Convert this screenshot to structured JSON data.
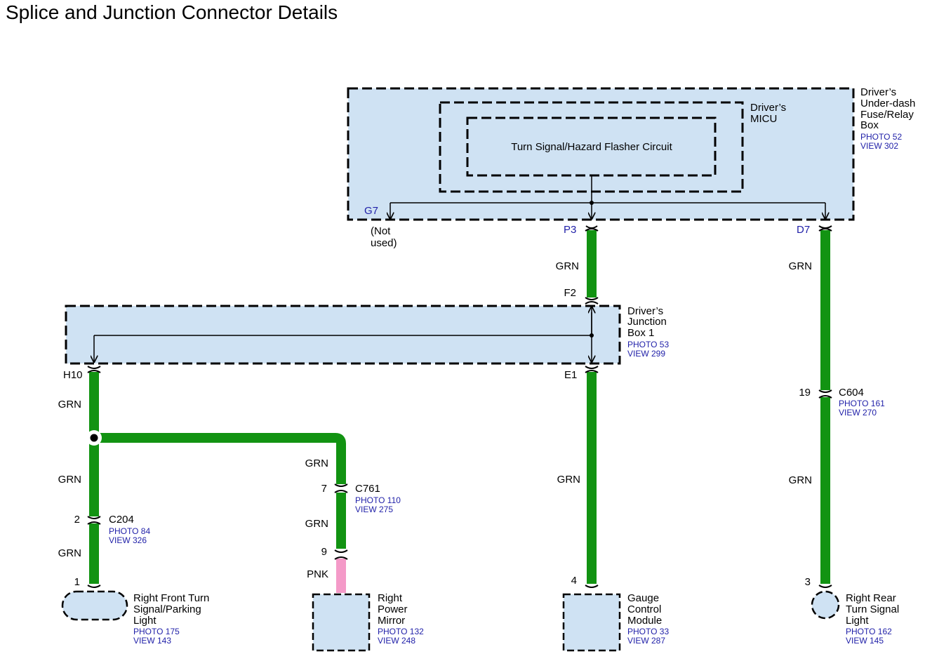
{
  "title": "Splice and Junction Connector Details",
  "colors": {
    "wire_grn": "#129312",
    "wire_pnk": "#f49ac8",
    "box_fill": "#cfe2f3",
    "ref_text": "#1f1fa8"
  },
  "fuse_box": {
    "line1": "Driver’s",
    "line2": "Under-dash",
    "line3": "Fuse/Relay",
    "line4": "Box",
    "photo": "PHOTO 52",
    "view": "VIEW 302"
  },
  "micu": {
    "line1": "Driver’s",
    "line2": "MICU"
  },
  "circuit": {
    "label": "Turn Signal/Hazard Flasher Circuit"
  },
  "pins": {
    "g7": "G7",
    "p3": "P3",
    "d7": "D7",
    "f2": "F2",
    "h10": "H10",
    "e1": "E1"
  },
  "not_used": {
    "line1": "(Not",
    "line2": "used)"
  },
  "junction_box": {
    "line1": "Driver’s",
    "line2": "Junction",
    "line3": "Box 1",
    "photo": "PHOTO 53",
    "view": "VIEW 299"
  },
  "wire_labels": {
    "grn": "GRN",
    "pnk": "PNK"
  },
  "c604": {
    "name": "C604",
    "pin": "19",
    "photo": "PHOTO 161",
    "view": "VIEW 270"
  },
  "c761": {
    "name": "C761",
    "pin_top": "7",
    "pin_bottom": "9",
    "photo": "PHOTO 110",
    "view": "VIEW 275"
  },
  "c204": {
    "name": "C204",
    "pin": "2",
    "photo": "PHOTO 84",
    "view": "VIEW 326"
  },
  "rf_light": {
    "pin": "1",
    "line1": "Right Front Turn",
    "line2": "Signal/Parking",
    "line3": "Light",
    "photo": "PHOTO 175",
    "view": "VIEW 143"
  },
  "mirror": {
    "line1": "Right",
    "line2": "Power",
    "line3": "Mirror",
    "photo": "PHOTO 132",
    "view": "VIEW 248"
  },
  "gauge": {
    "pin": "4",
    "line1": "Gauge",
    "line2": "Control",
    "line3": "Module",
    "photo": "PHOTO 33",
    "view": "VIEW 287"
  },
  "rr_light": {
    "pin": "3",
    "line1": "Right Rear",
    "line2": "Turn Signal",
    "line3": "Light",
    "photo": "PHOTO 162",
    "view": "VIEW 145"
  }
}
